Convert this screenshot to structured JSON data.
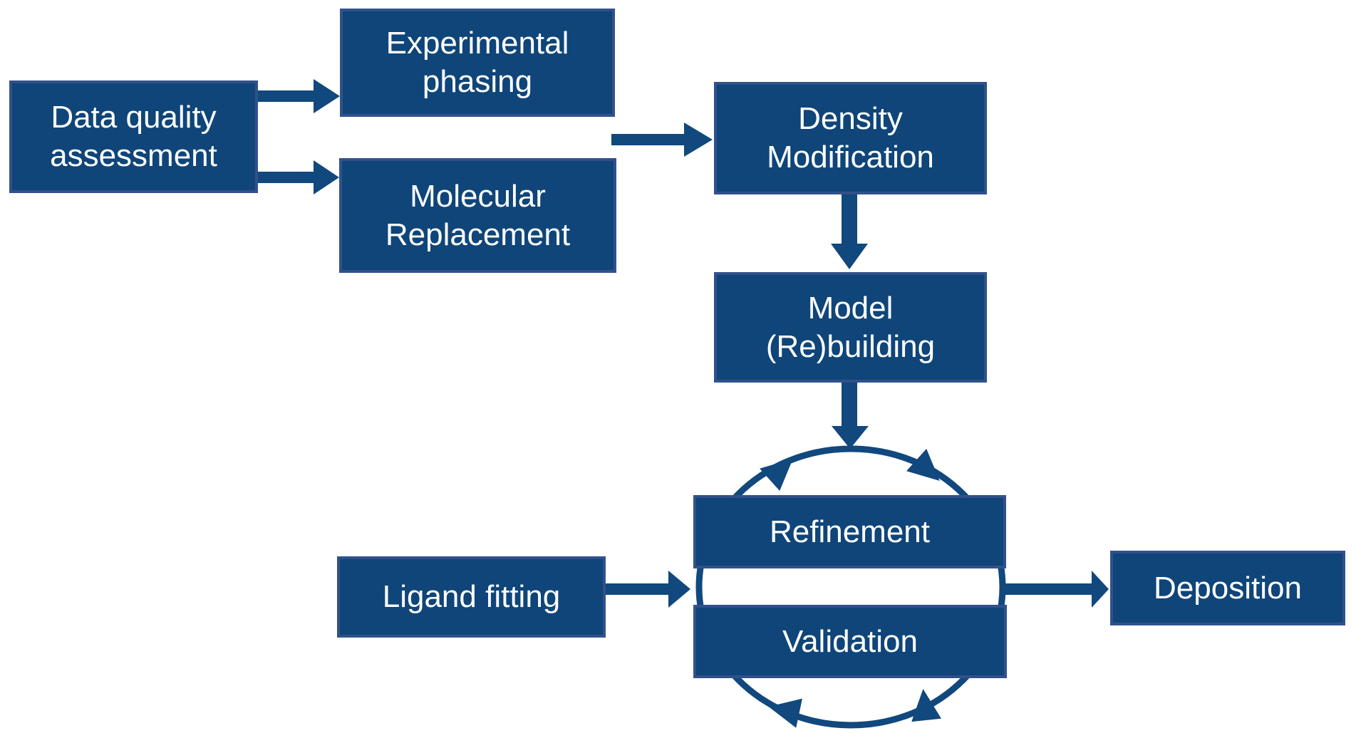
{
  "diagram": {
    "description": "Crystallographic structure solution workflow flowchart",
    "nodes": {
      "data_quality": {
        "label": [
          "Data quality",
          "assessment"
        ]
      },
      "experimental_phasing": {
        "label": [
          "Experimental",
          "phasing"
        ]
      },
      "molecular_replacement": {
        "label": [
          "Molecular",
          "Replacement"
        ]
      },
      "density_modification": {
        "label": [
          "Density",
          "Modification"
        ]
      },
      "model_rebuilding": {
        "label": [
          "Model",
          "(Re)building"
        ]
      },
      "refinement": {
        "label": "Refinement"
      },
      "validation": {
        "label": "Validation"
      },
      "ligand_fitting": {
        "label": "Ligand fitting"
      },
      "deposition": {
        "label": "Deposition"
      }
    },
    "edges": [
      {
        "from": "data_quality",
        "to": "experimental_phasing"
      },
      {
        "from": "data_quality",
        "to": "molecular_replacement"
      },
      {
        "from": "experimental_phasing / molecular_replacement",
        "to": "density_modification"
      },
      {
        "from": "density_modification",
        "to": "model_rebuilding"
      },
      {
        "from": "model_rebuilding",
        "to": "refinement_validation_cycle"
      },
      {
        "from": "ligand_fitting",
        "to": "refinement_validation_cycle"
      },
      {
        "from": "refinement_validation_cycle",
        "to": "deposition"
      },
      {
        "from": "refinement",
        "to": "validation",
        "type": "cycle"
      }
    ]
  },
  "colors": {
    "box_fill": "#0F4579",
    "box_border": "#31518A",
    "arrow": "#11487D",
    "text": "#FFFFFF",
    "bg": "#FFFFFF"
  }
}
